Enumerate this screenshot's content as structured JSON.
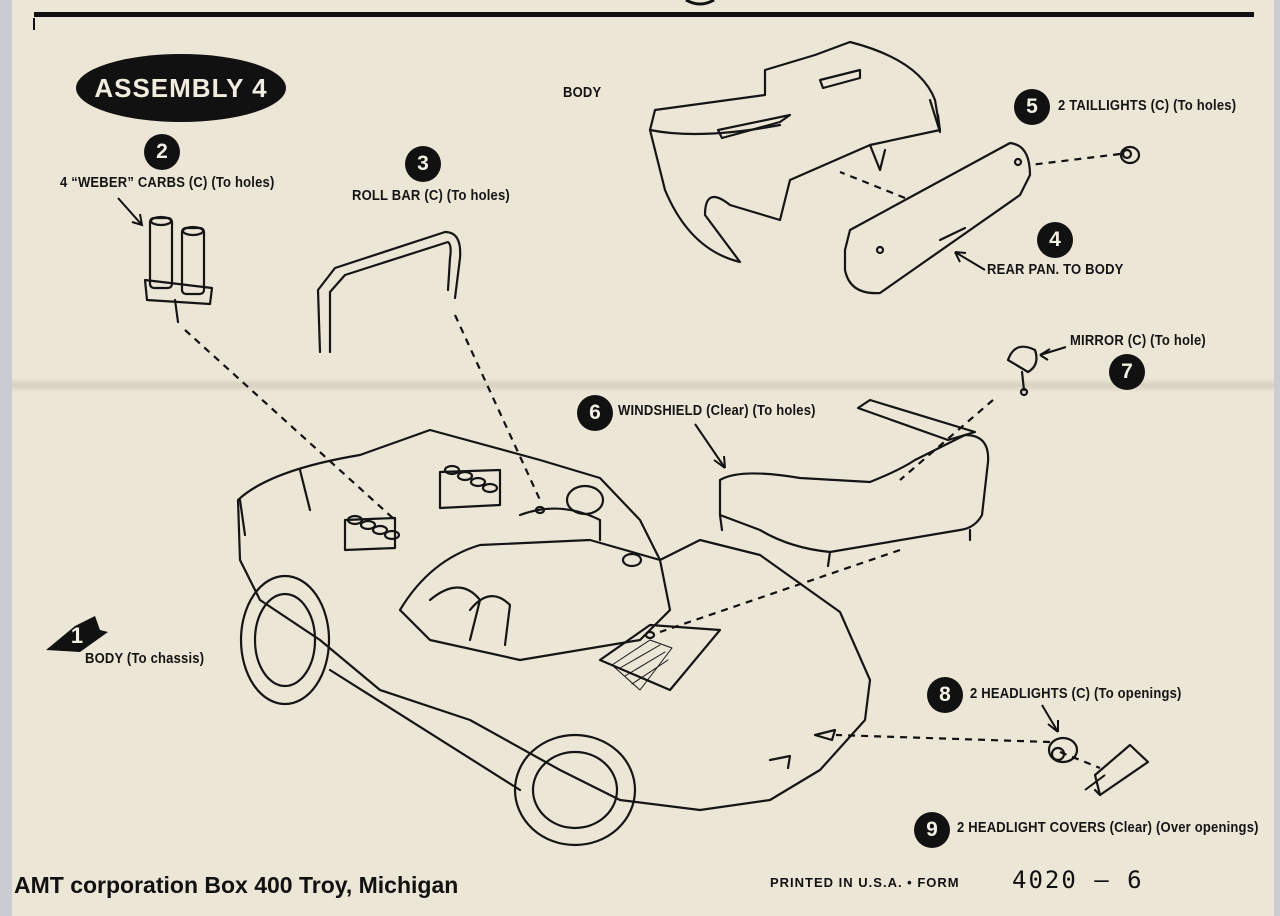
{
  "header": {
    "assembly_title": "ASSEMBLY 4",
    "top_label": "BODY"
  },
  "steps": [
    {
      "number": "1",
      "text": "BODY (To chassis)"
    },
    {
      "number": "2",
      "text": "4 “WEBER” CARBS (C) (To holes)"
    },
    {
      "number": "3",
      "text": "ROLL BAR (C) (To holes)"
    },
    {
      "number": "4",
      "text": "REAR PAN. TO BODY"
    },
    {
      "number": "5",
      "text": "2 TAILLIGHTS (C) (To holes)"
    },
    {
      "number": "6",
      "text": "WINDSHIELD (Clear) (To holes)"
    },
    {
      "number": "7",
      "text": "MIRROR (C) (To hole)"
    },
    {
      "number": "8",
      "text": "2 HEADLIGHTS (C) (To openings)"
    },
    {
      "number": "9",
      "text": "2 HEADLIGHT COVERS (Clear) (Over openings)"
    }
  ],
  "footer": {
    "company": "AMT corporation Box 400 Troy, Michigan",
    "printed": "PRINTED IN U.S.A.  •  FORM",
    "form_number": "4020 – 6"
  },
  "colors": {
    "paper": "#ece6d6",
    "ink": "#111111"
  }
}
